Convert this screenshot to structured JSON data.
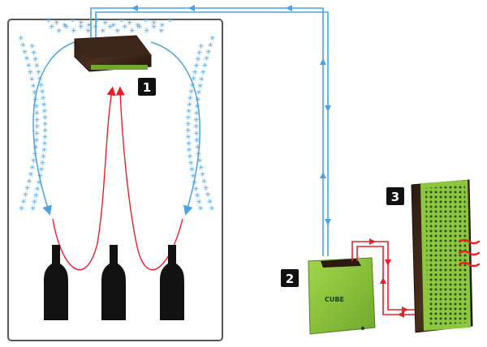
{
  "colors": {
    "cold_air": "#4aa3df",
    "warm_air": "#e8202a",
    "cabinet_border": "#555555",
    "unit_green": "#8dc63f",
    "unit_wood": "#3a2418",
    "badge": "#111111",
    "bottle": "#111111"
  },
  "icons": {
    "snowflake": "snowflake-icon",
    "heat_wave": "heat-wave-icon",
    "bottle": "wine-bottle-icon"
  },
  "labels": {
    "evaporator_number": "1",
    "cube_unit_number": "2",
    "condenser_number": "3",
    "cube_brand": "CUBE"
  }
}
